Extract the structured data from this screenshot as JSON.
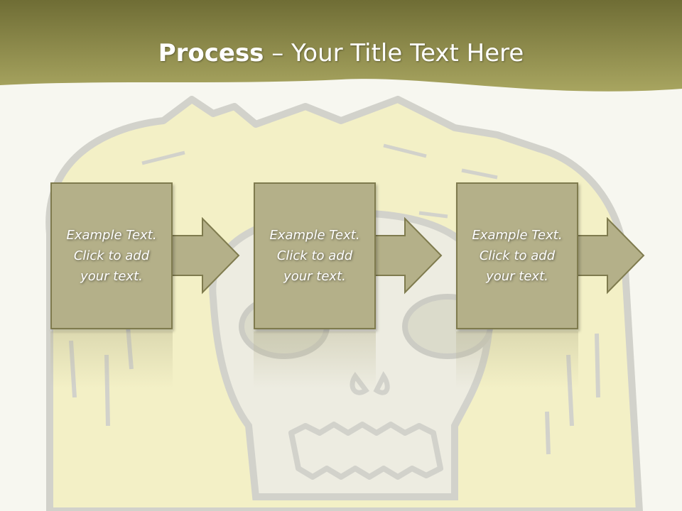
{
  "slide": {
    "title_bold": "Process",
    "title_rest": " – Your Title Text Here"
  },
  "steps": [
    {
      "line1": "Example Text.",
      "line2": "Click  to add",
      "line3": "your text."
    },
    {
      "line1": "Example Text.",
      "line2": "Click  to add",
      "line3": "your text."
    },
    {
      "line1": "Example Text.",
      "line2": "Click  to add",
      "line3": "your text."
    }
  ],
  "colors": {
    "header_top": "#6f6d35",
    "header_bottom": "#a8a560",
    "box_fill": "#b4b089",
    "box_border": "#7f7b4e",
    "background": "#f7f7f0",
    "skull_fill": "#f3f0c2",
    "skull_outline": "#cfcfc8"
  },
  "icons": {
    "background_art": "skull-illustration",
    "connector": "right-arrow-icon"
  }
}
